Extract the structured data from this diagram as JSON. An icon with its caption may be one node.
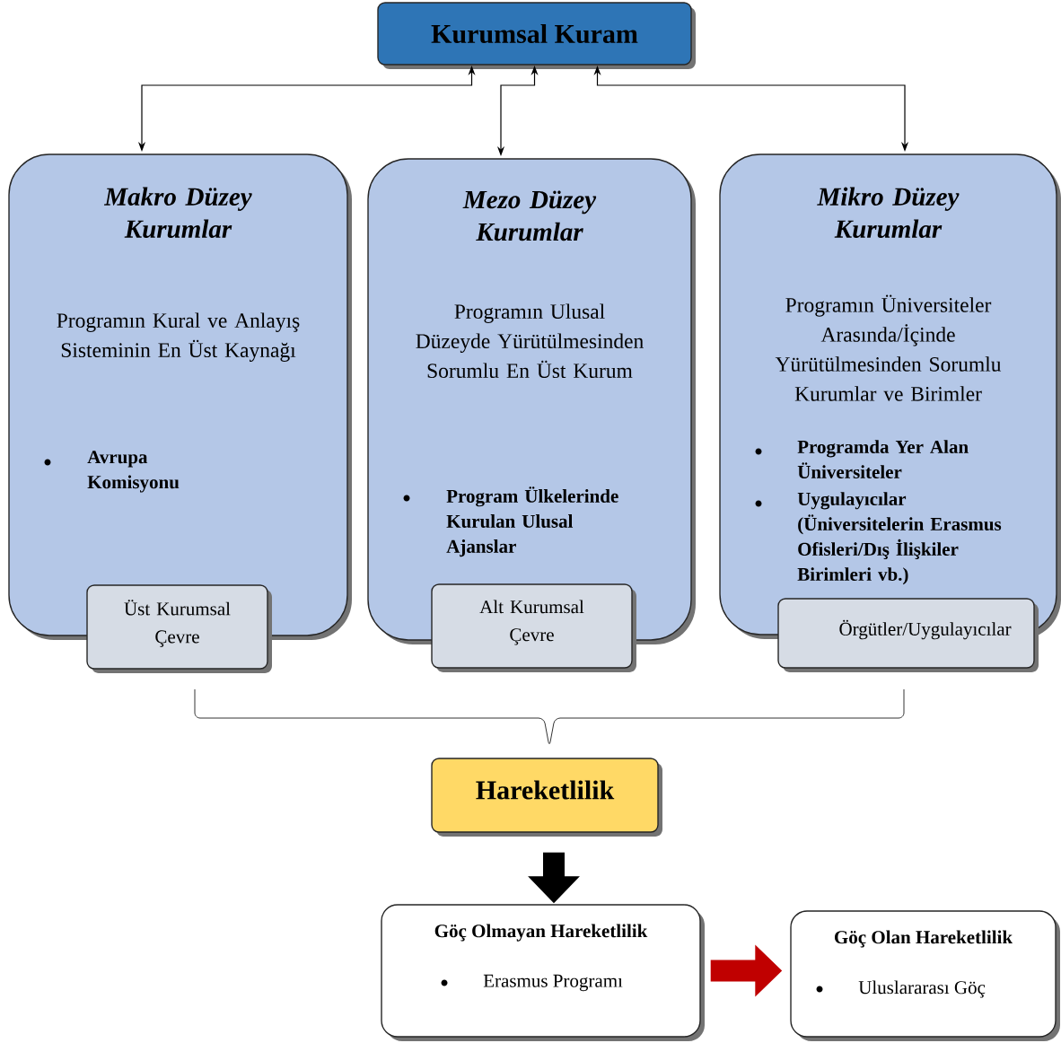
{
  "diagram": {
    "nodes": [
      {
        "text": [
          "Kurumsal Kuram"
        ]
      },
      {
        "text": [
          "Makro Düzey Kurumlar",
          "Programın Kural ve Anlayış Sisteminin En Üst Kaynağı",
          "Avrupa Komisyonu"
        ]
      },
      {
        "text": [
          "Üst Kurumsal Çevre"
        ]
      },
      {
        "text": [
          "Mezo Düzey Kurumlar",
          "Programın Ulusal Düzeyde Yürütülmesinden Sorumlu En Üst Kurum",
          "Program Ülkelerinde Kurulan Ulusal Ajanslar"
        ]
      },
      {
        "text": [
          "Alt Kurumsal Çevre"
        ]
      },
      {
        "text": [
          "Mikro Düzey Kurumlar",
          "Programın Üniversiteler Arasında/İçinde Yürütülmesinden Sorumlu Kurumlar ve Birimler",
          "Programda Yer Alan Üniversiteler",
          "Uygulayıcılar (Üniversitelerin Erasmus Ofisleri/Dış İlişkiler Birimleri vb.)"
        ]
      },
      {
        "text": [
          "Örgütler/Uygulayıcılar"
        ]
      },
      {
        "text": [
          "Hareketlilik"
        ]
      },
      {
        "text": [
          "Göç Olmayan Hareketlilik",
          "Erasmus Programı"
        ]
      },
      {
        "text": [
          "Göç Olan Hareketlilik",
          "Uluslararası Göç"
        ]
      }
    ],
    "edges": [
      {
        "from": 0,
        "to": 1,
        "arrow": "both"
      },
      {
        "from": 0,
        "to": 3,
        "arrow": "both"
      },
      {
        "from": 0,
        "to": 5,
        "arrow": "both"
      },
      {
        "from": 7,
        "to": 8,
        "arrow": "to",
        "style": "thick"
      },
      {
        "from": 8,
        "to": 9,
        "arrow": "to",
        "style": "thick",
        "color": "#c00000"
      }
    ]
  }
}
